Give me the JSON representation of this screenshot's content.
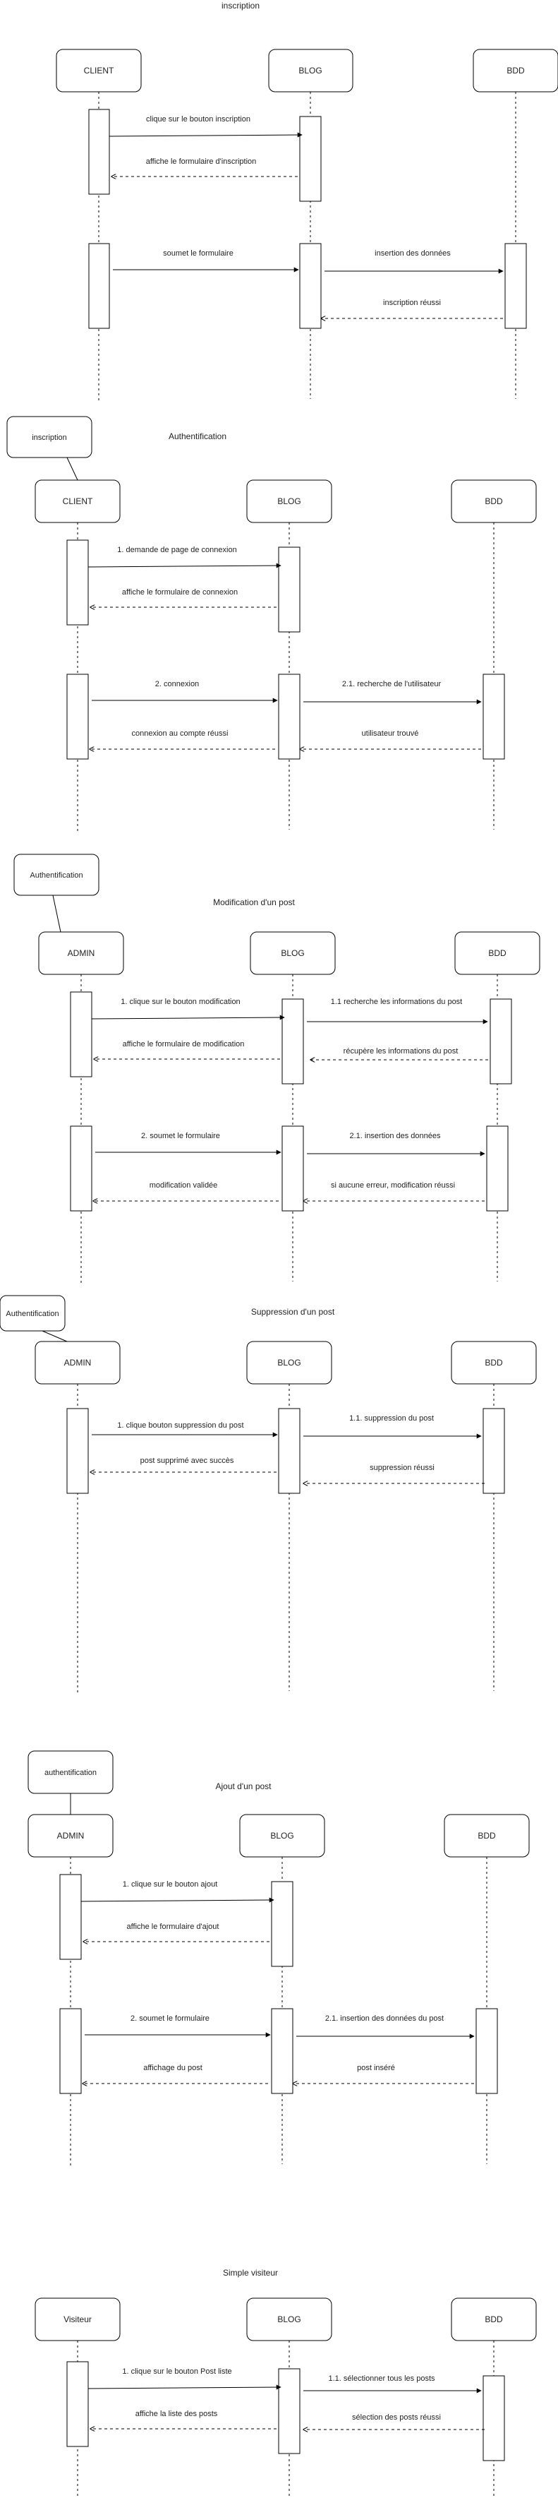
{
  "colors": {
    "stroke": "#000000",
    "text": "#222222",
    "background": "#ffffff"
  },
  "diagrams": [
    {
      "id": "inscription",
      "title": "inscription",
      "note": "",
      "participants": [
        "CLIENT",
        "BLOG",
        "BDD"
      ],
      "messages": [
        {
          "label": "clique sur le bouton inscription",
          "from": 0,
          "to": 1,
          "kind": "call"
        },
        {
          "label": "affiche le formulaire d'inscription",
          "from": 1,
          "to": 0,
          "kind": "return"
        },
        {
          "label": "soumet le formulaire",
          "from": 0,
          "to": 1,
          "kind": "call"
        },
        {
          "label": "insertion des données",
          "from": 1,
          "to": 2,
          "kind": "call"
        },
        {
          "label": "inscription réussi",
          "from": 2,
          "to": 1,
          "kind": "return"
        }
      ]
    },
    {
      "id": "authentification",
      "title": "Authentification",
      "note": "inscription",
      "participants": [
        "CLIENT",
        "BLOG",
        "BDD"
      ],
      "messages": [
        {
          "label": "1. demande de page de connexion",
          "from": 0,
          "to": 1,
          "kind": "call"
        },
        {
          "label": "affiche le formulaire de connexion",
          "from": 1,
          "to": 0,
          "kind": "return"
        },
        {
          "label": "2. connexion",
          "from": 0,
          "to": 1,
          "kind": "call"
        },
        {
          "label": "2.1. recherche de l'utilisateur",
          "from": 1,
          "to": 2,
          "kind": "call"
        },
        {
          "label": "utilisateur trouvé",
          "from": 2,
          "to": 1,
          "kind": "return"
        },
        {
          "label": "connexion au compte réussi",
          "from": 1,
          "to": 0,
          "kind": "return"
        }
      ]
    },
    {
      "id": "modification",
      "title": "Modification d'un post",
      "note": "Authentification",
      "participants": [
        "ADMIN",
        "BLOG",
        "BDD"
      ],
      "messages": [
        {
          "label": "1. clique sur le bouton modification",
          "from": 0,
          "to": 1,
          "kind": "call"
        },
        {
          "label": "1.1 recherche les informations du post",
          "from": 1,
          "to": 2,
          "kind": "call"
        },
        {
          "label": "récupère les informations du post",
          "from": 2,
          "to": 1,
          "kind": "return"
        },
        {
          "label": "affiche le formulaire de modification",
          "from": 1,
          "to": 0,
          "kind": "return"
        },
        {
          "label": "2. soumet le formulaire",
          "from": 0,
          "to": 1,
          "kind": "call"
        },
        {
          "label": "2.1. insertion des données",
          "from": 1,
          "to": 2,
          "kind": "call"
        },
        {
          "label": "si aucune erreur, modification réussi",
          "from": 2,
          "to": 1,
          "kind": "return"
        },
        {
          "label": "modification validée",
          "from": 1,
          "to": 0,
          "kind": "return"
        }
      ]
    },
    {
      "id": "suppression",
      "title": "Suppression d'un post",
      "note": "Authentification",
      "participants": [
        "ADMIN",
        "BLOG",
        "BDD"
      ],
      "messages": [
        {
          "label": "1. clique bouton suppression du post",
          "from": 0,
          "to": 1,
          "kind": "call"
        },
        {
          "label": "1.1. suppression du post",
          "from": 1,
          "to": 2,
          "kind": "call"
        },
        {
          "label": "post supprimé avec succès",
          "from": 1,
          "to": 0,
          "kind": "return"
        },
        {
          "label": "suppression réussi",
          "from": 2,
          "to": 1,
          "kind": "return"
        }
      ]
    },
    {
      "id": "ajout",
      "title": "Ajout d'un post",
      "note": "authentification",
      "participants": [
        "ADMIN",
        "BLOG",
        "BDD"
      ],
      "messages": [
        {
          "label": "1. clique sur le bouton ajout",
          "from": 0,
          "to": 1,
          "kind": "call"
        },
        {
          "label": "affiche le formulaire d'ajout",
          "from": 1,
          "to": 0,
          "kind": "return"
        },
        {
          "label": "2. soumet le formulaire",
          "from": 0,
          "to": 1,
          "kind": "call"
        },
        {
          "label": "2.1. insertion des données du post",
          "from": 1,
          "to": 2,
          "kind": "call"
        },
        {
          "label": "post inséré",
          "from": 2,
          "to": 1,
          "kind": "return"
        },
        {
          "label": "affichage du post",
          "from": 1,
          "to": 0,
          "kind": "return"
        }
      ]
    },
    {
      "id": "visiteur",
      "title": "Simple visiteur",
      "note": "",
      "participants": [
        "Visiteur",
        "BLOG",
        "BDD"
      ],
      "messages": [
        {
          "label": "1. clique sur le bouton Post liste",
          "from": 0,
          "to": 1,
          "kind": "call"
        },
        {
          "label": "1.1. sélectionner tous les posts",
          "from": 1,
          "to": 2,
          "kind": "call"
        },
        {
          "label": "affiche la liste des posts",
          "from": 1,
          "to": 0,
          "kind": "return"
        },
        {
          "label": "sélection des posts réussi",
          "from": 2,
          "to": 1,
          "kind": "return"
        }
      ]
    }
  ]
}
